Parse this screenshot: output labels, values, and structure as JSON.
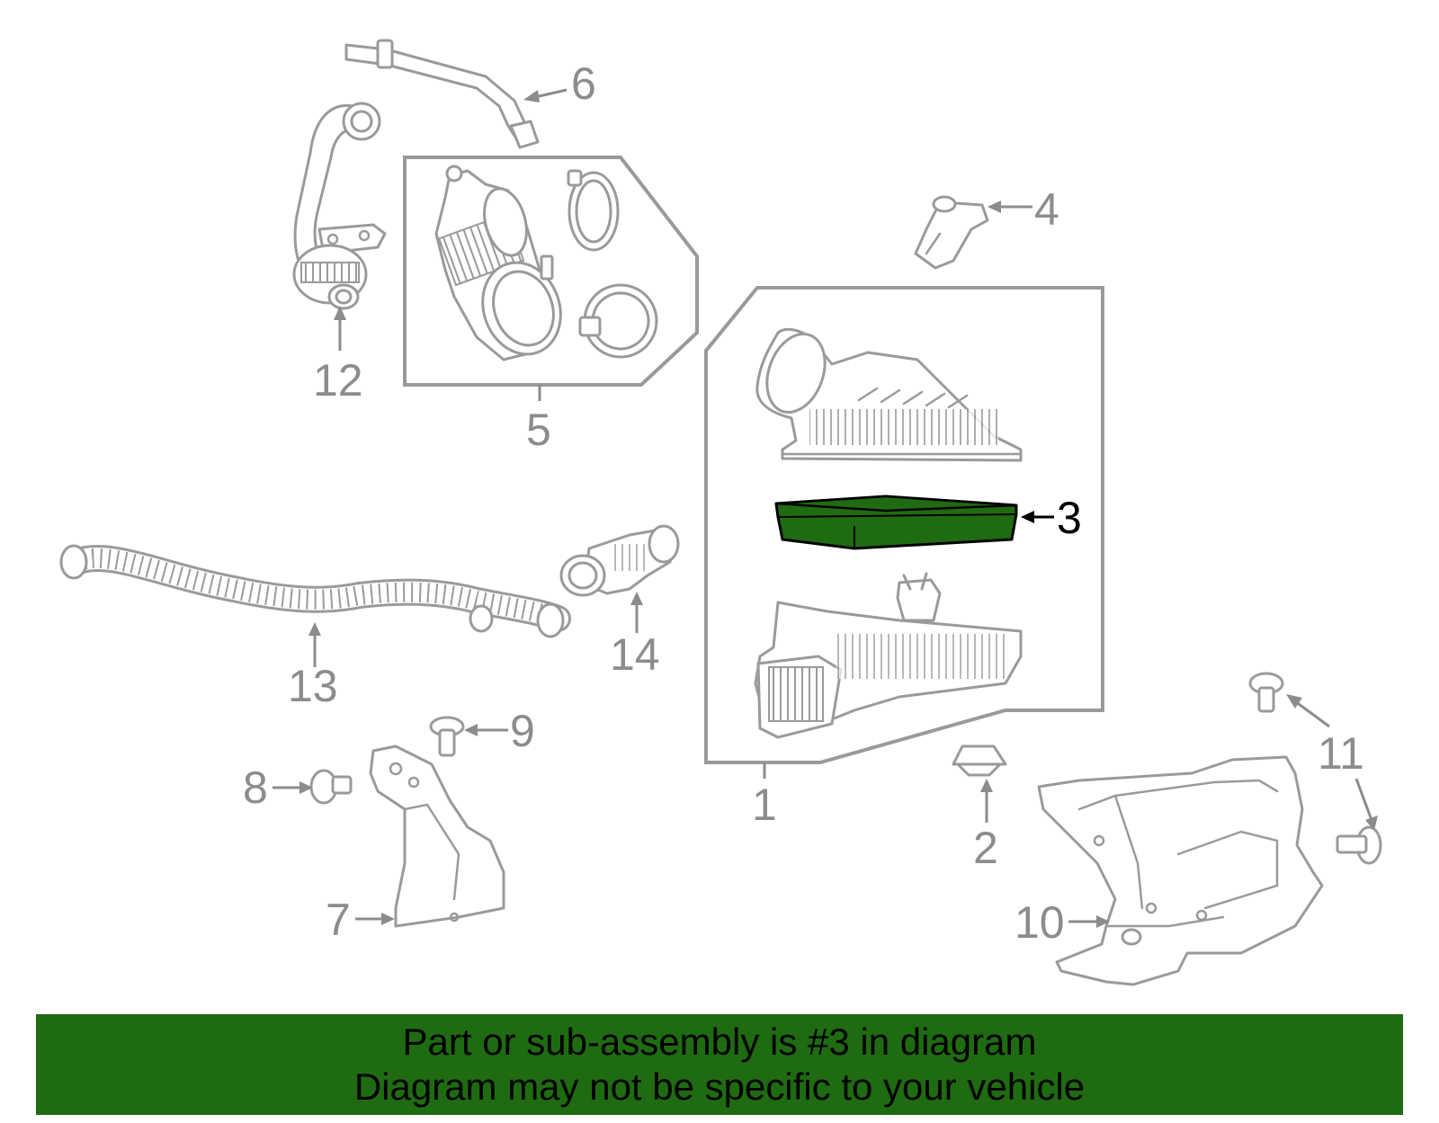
{
  "callouts": {
    "c1": "1",
    "c2": "2",
    "c3": "3",
    "c4": "4",
    "c5": "5",
    "c6": "6",
    "c7": "7",
    "c8": "8",
    "c9": "9",
    "c10": "10",
    "c11": "11",
    "c12": "12",
    "c13": "13",
    "c14": "14"
  },
  "highlight_color": "#1f6b11",
  "banner": {
    "line1": "Part or sub-assembly is #3 in diagram",
    "line2": "Diagram may not be specific to your vehicle"
  }
}
